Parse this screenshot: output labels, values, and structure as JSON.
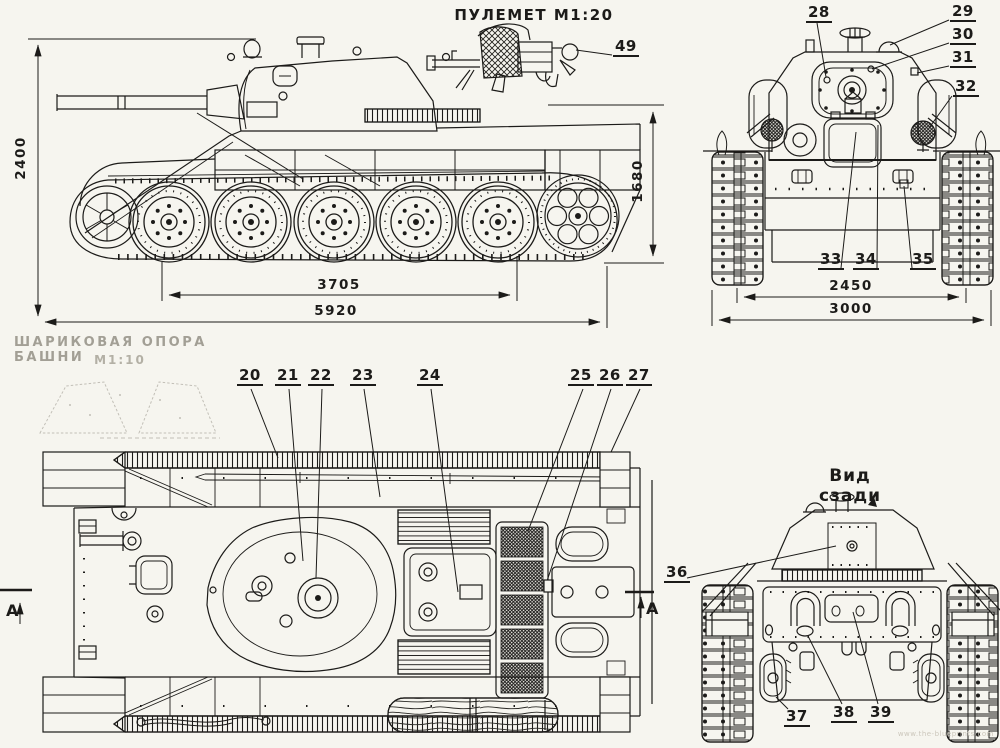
{
  "page": {
    "background": "#f6f5ef",
    "ink": "#1c1b19",
    "watermark": "www.the-blueprints.com"
  },
  "side_view": {
    "dim_overall_height": "2400",
    "dim_track_base": "3705",
    "dim_overall_length": "5920",
    "dim_hull_rear_height": "1680"
  },
  "mg_detail": {
    "title": "ПУЛЕМЕТ  М1:20",
    "callout": "49"
  },
  "front_view": {
    "callouts_top": [
      "28",
      "29",
      "30",
      "31",
      "32"
    ],
    "callouts_bottom": [
      "33",
      "34",
      "35"
    ],
    "dim_track_centers": "2450",
    "dim_overall_width": "3000"
  },
  "turret_bearing_note": {
    "line1": "ШАРИКОВАЯ ОПОРА БАШНИ",
    "line2": "М1:10"
  },
  "plan_view": {
    "callouts": [
      "20",
      "21",
      "22",
      "23",
      "24",
      "25",
      "26",
      "27"
    ],
    "section_label": "А"
  },
  "rear_view": {
    "title": "Вид сзади",
    "callouts": [
      "36",
      "37",
      "38",
      "39"
    ]
  }
}
